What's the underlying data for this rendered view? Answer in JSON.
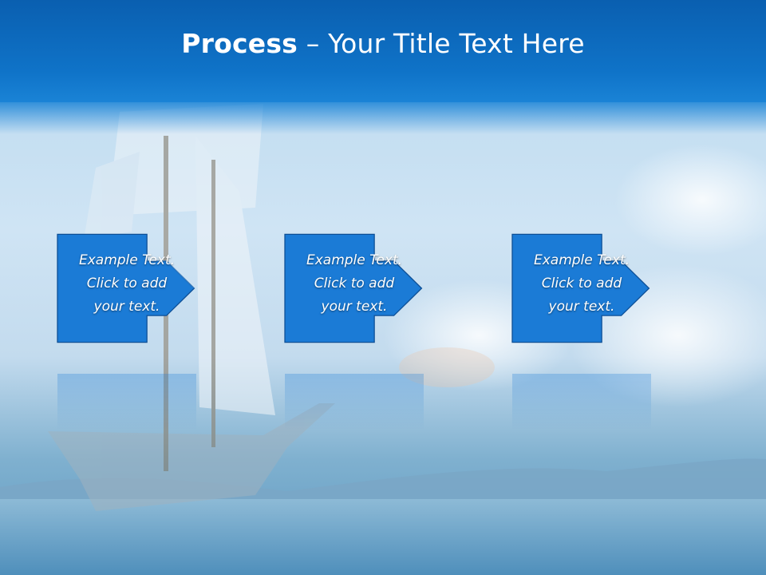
{
  "slide": {
    "title_bold": "Process",
    "title_rest": " – Your Title Text Here"
  },
  "steps": [
    {
      "line1": "Example Text.",
      "line2": "Click  to add",
      "line3": "your text."
    },
    {
      "line1": "Example Text.",
      "line2": "Click  to add",
      "line3": "your text."
    },
    {
      "line1": "Example Text.",
      "line2": "Click  to add",
      "line3": "your text."
    }
  ],
  "colors": {
    "header": "#0f73c8",
    "box_fill": "#1a7ad4",
    "box_stroke": "#0d4f96"
  },
  "icons": [
    "right-arrow-icon"
  ]
}
